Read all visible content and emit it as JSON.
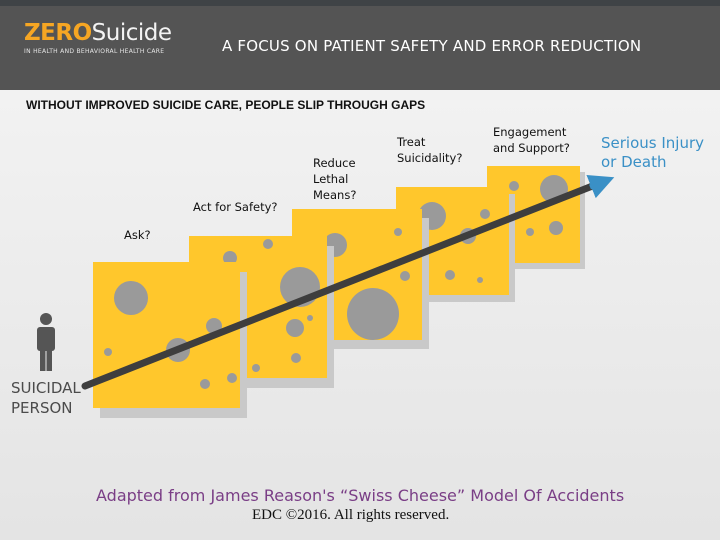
{
  "header": {
    "logo_bold": "ZERO",
    "logo_rest": "Suicide",
    "logo_tagline": "IN HEALTH AND BEHAVIORAL HEALTH CARE",
    "title": "A FOCUS ON PATIENT SAFETY AND ERROR REDUCTION"
  },
  "subtitle": "WITHOUT IMPROVED SUICIDE CARE, PEOPLE SLIP THROUGH GAPS",
  "layers": {
    "ask": "Ask?",
    "safety": "Act for Safety?",
    "lethal_1": "Reduce",
    "lethal_2": "Lethal",
    "lethal_3": "Means?",
    "treat_1": "Treat",
    "treat_2": "Suicidality?",
    "engage_1": "Engagement",
    "engage_2": "and Support?"
  },
  "outcome": {
    "line1": "Serious Injury",
    "line2": "or Death"
  },
  "person": {
    "line1": "SUICIDAL",
    "line2": "PERSON"
  },
  "caption": "Adapted from James Reason's “Swiss Cheese” Model Of Accidents",
  "copyright": "EDC ©2016. All rights reserved.",
  "colors": {
    "cheese": "#ffc72c",
    "cheese_shadow": "#c9c9c9",
    "hole": "#9a9a9a",
    "arrow": "#3e3e3e",
    "outcome": "#3a90c6",
    "caption": "#7a3e86",
    "header": "#545454",
    "logo_accent": "#f6a623"
  }
}
